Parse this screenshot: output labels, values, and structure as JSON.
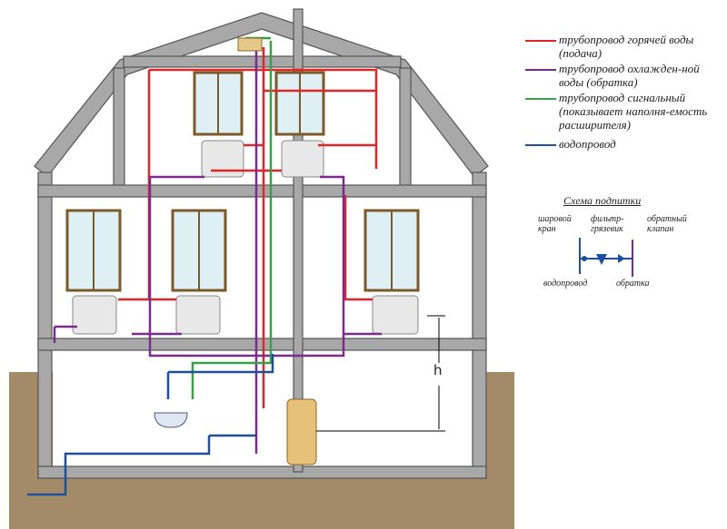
{
  "legend": [
    {
      "text": "трубопровод горячей воды (подача)",
      "color": "#e0262b"
    },
    {
      "text": "трубопровод охлажден-ной воды (обратка)",
      "color": "#7b2b8e"
    },
    {
      "text": "трубопровод сигнальный (показывает наполня-емость расширителя)",
      "color": "#3a9f45"
    },
    {
      "text": "водопровод",
      "color": "#1d4f9c"
    }
  ],
  "scheme": {
    "title": "Схема подпитки",
    "ball_valve": "шаровой кран",
    "filter": "фильтр-грязевик",
    "check_valve": "обратный клапан",
    "water": "водопровод",
    "return": "обратка"
  },
  "height_label": "h"
}
